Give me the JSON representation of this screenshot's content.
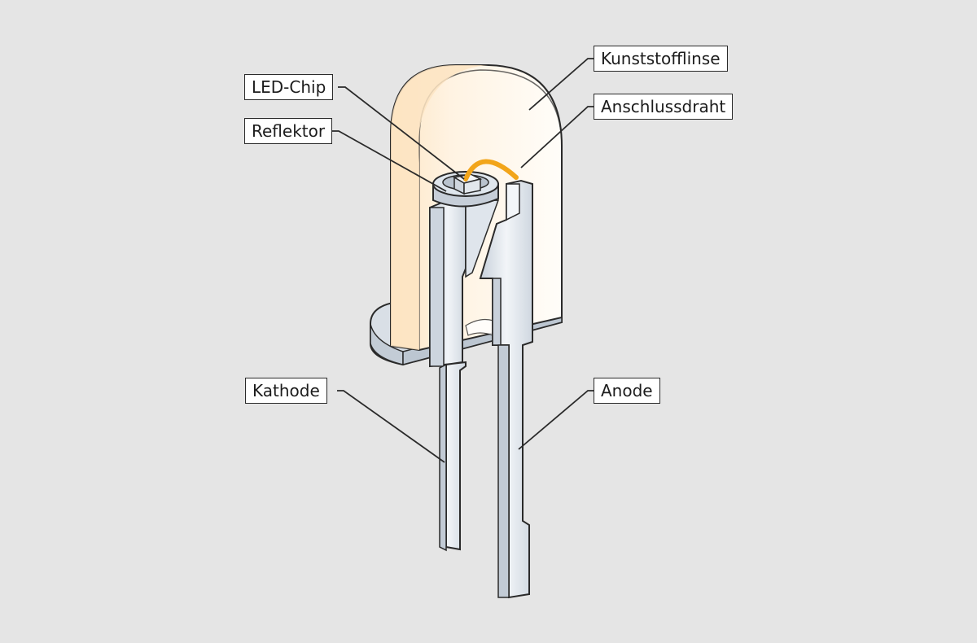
{
  "labels": {
    "led_chip": "LED-Chip",
    "reflector": "Reflektor",
    "lens": "Kunststofflinse",
    "bond_wire": "Anschlussdraht",
    "cathode": "Kathode",
    "anode": "Anode"
  },
  "colors": {
    "background": "#e5e5e5",
    "lens_shade": "#fde8c8",
    "lens_light": "#fffdf8",
    "metal": "#d6dee7",
    "bond_wire": "#f2a51a",
    "outline": "#2a2a2a"
  }
}
